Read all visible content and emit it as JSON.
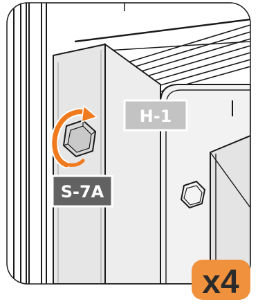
{
  "labels": {
    "part": "H-1",
    "screw": "S-7A",
    "quantity": "x4"
  },
  "colors": {
    "part_label_bg": "#c3c3c3",
    "screw_label_bg": "#626262",
    "quantity_badge_bg": "#f0913e",
    "rotate_arrow": "#f07a1e"
  },
  "icons": [
    "rotate-clockwise-arrow-icon",
    "hex-bolt-icon"
  ]
}
